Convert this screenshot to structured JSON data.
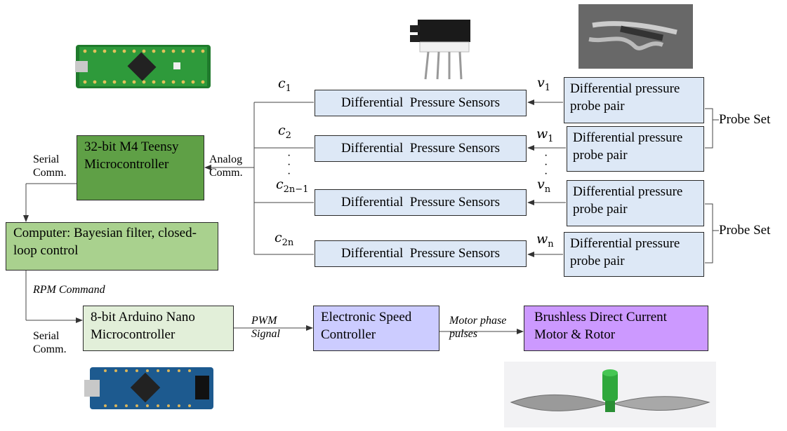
{
  "teensy": {
    "label": "32-bit M4 Teensy Microcontroller"
  },
  "computer": {
    "label": "Computer: Bayesian filter, closed-loop control"
  },
  "arduino": {
    "label": "8-bit Arduino Nano Microcontroller"
  },
  "esc": {
    "label": "Electronic Speed Controller"
  },
  "motor": {
    "label": "Brushless Direct Current Motor & Rotor"
  },
  "sensor_label": "Differential  Pressure Sensors",
  "probe_label": "Differential pressure probe pair",
  "probe_set_label": "Probe Set",
  "edge_labels": {
    "serial_comm": "Serial Comm.",
    "analog_comm": "Analog Comm.",
    "rpm_command": "RPM Command",
    "pwm_signal": "PWM Signal",
    "motor_phase": "Motor phase pulses"
  },
  "channels": [
    {
      "c": "c",
      "c_sub": "1",
      "v": "v",
      "v_sub": "1"
    },
    {
      "c": "c",
      "c_sub": "2",
      "v": "w",
      "v_sub": "1"
    },
    {
      "c": "c",
      "c_sub": "2n−1",
      "v": "v",
      "v_sub": "n"
    },
    {
      "c": "c",
      "c_sub": "2n",
      "v": "w",
      "v_sub": "n"
    }
  ],
  "colors": {
    "teensy_fill": "#5fa046",
    "computer_fill": "#a9d18e",
    "arduino_fill": "#e2efd9",
    "esc_fill": "#ccccff",
    "motor_fill": "#cc99ff",
    "sensor_fill": "#dde8f6"
  }
}
